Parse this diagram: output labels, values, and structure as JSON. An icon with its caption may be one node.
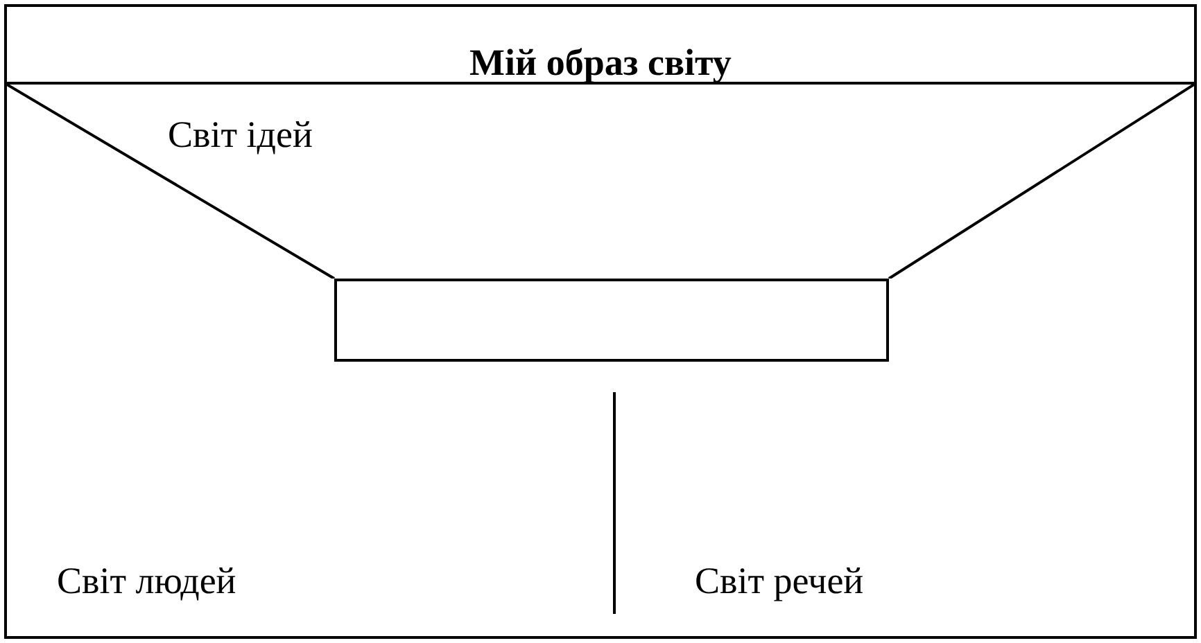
{
  "diagram": {
    "nodes": [
      {
        "text": [
          "Мій образ світу"
        ]
      },
      {
        "text": [
          "Світ ідей"
        ],
        "in": 0
      },
      {
        "text": [],
        "shape": "box",
        "in": 0
      }
    ],
    "labels": [
      "Світ людей",
      "Світ речей"
    ]
  }
}
